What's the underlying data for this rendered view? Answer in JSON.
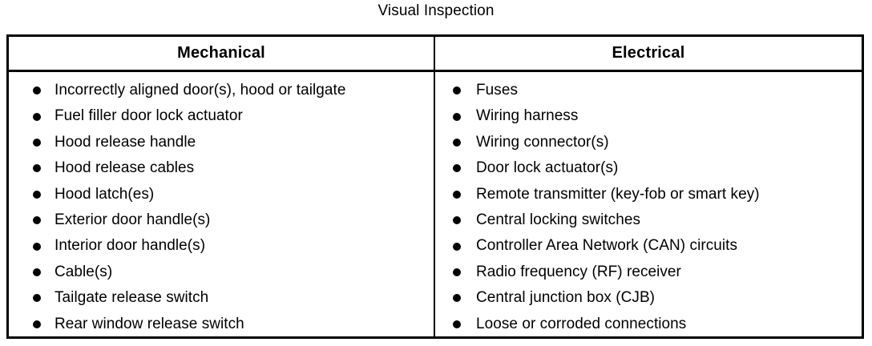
{
  "page": {
    "title": "Visual Inspection",
    "text_color": "#000000",
    "background_color": "#ffffff",
    "border_color": "#000000"
  },
  "table": {
    "columns": [
      {
        "header": "Mechanical",
        "items": [
          "Incorrectly aligned door(s), hood or tailgate",
          "Fuel filler door lock actuator",
          "Hood release handle",
          "Hood release cables",
          "Hood latch(es)",
          "Exterior door handle(s)",
          "Interior door handle(s)",
          "Cable(s)",
          "Tailgate release switch",
          "Rear window release switch"
        ]
      },
      {
        "header": "Electrical",
        "items": [
          "Fuses",
          "Wiring harness",
          "Wiring connector(s)",
          "Door lock actuator(s)",
          "Remote transmitter (key-fob or smart key)",
          "Central locking switches",
          "Controller Area Network (CAN) circuits",
          "Radio frequency (RF) receiver",
          "Central junction box (CJB)",
          "Loose or corroded connections"
        ]
      }
    ]
  }
}
